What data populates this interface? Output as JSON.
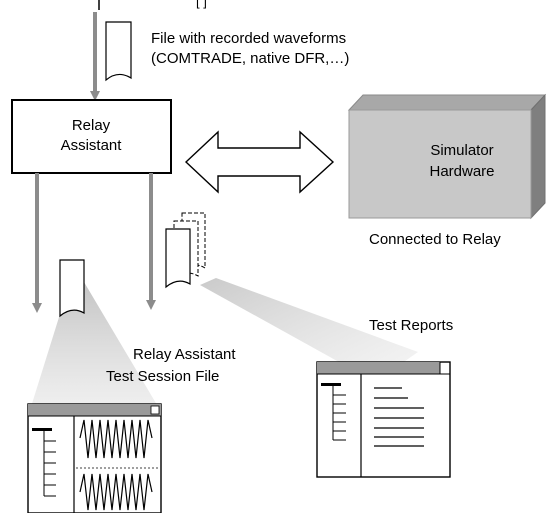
{
  "labels": {
    "file_caption_line1": "File with recorded waveforms",
    "file_caption_line2": "(COMTRADE, native DFR,…)",
    "relay_line1": "Relay",
    "relay_line2": "Assistant",
    "sim_line1": "Simulator",
    "sim_line2": "Hardware",
    "connected": "Connected to Relay",
    "test_reports": "Test Reports",
    "session_line1": "Relay  Assistant",
    "session_line2": "Test Session File"
  },
  "colors": {
    "arrow_gray": "#8c8c8c",
    "box_face": "#c8c8c8",
    "box_top": "#a8a8a8",
    "box_side": "#7f7f7f",
    "callout": "#d7d7d7",
    "titlebar": "#9a9a9a"
  }
}
